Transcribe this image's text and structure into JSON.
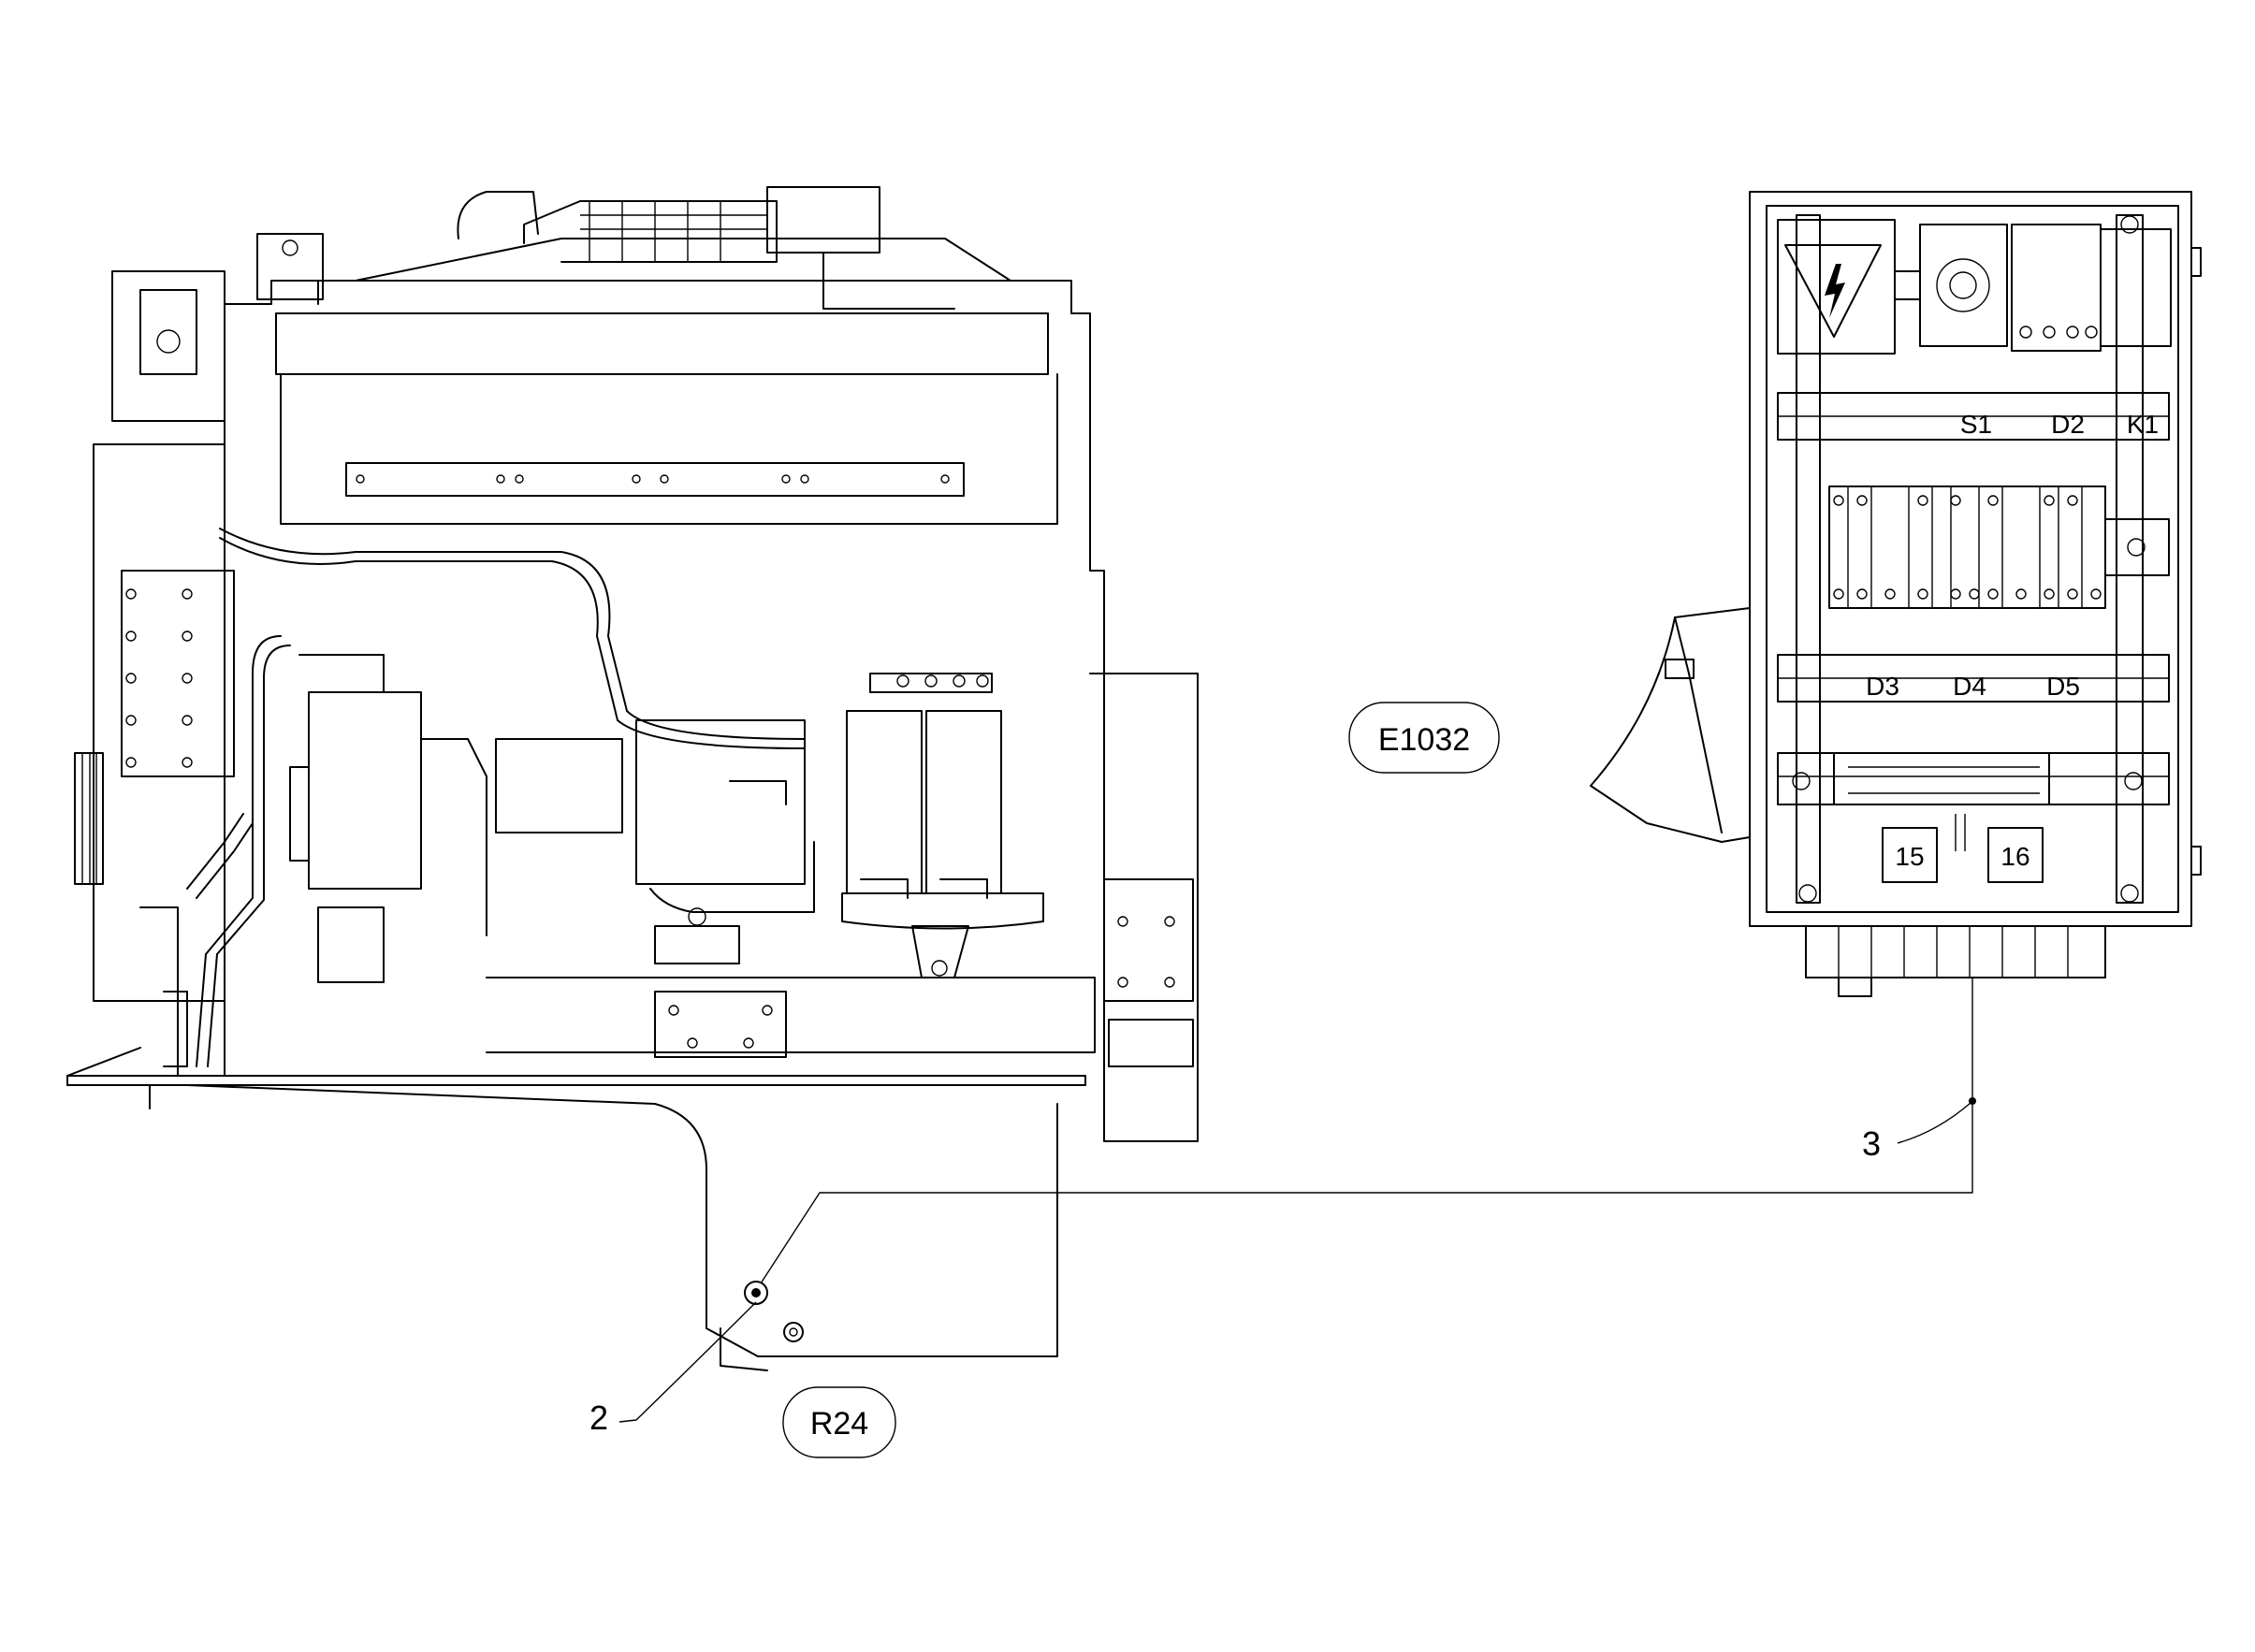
{
  "diagram": {
    "callouts": {
      "engine_sensor": "2",
      "cabinet_cable": "3"
    },
    "reference_tags": {
      "cabinet_ref": "E1032",
      "sensor_ref": "R24"
    },
    "cabinet_labels": {
      "row1": [
        "S1",
        "D2",
        "K1"
      ],
      "row2": [
        "D3",
        "D4",
        "D5"
      ],
      "boxes": [
        "15",
        "16"
      ]
    },
    "icons": {
      "warning": "high-voltage-warning-icon"
    }
  }
}
